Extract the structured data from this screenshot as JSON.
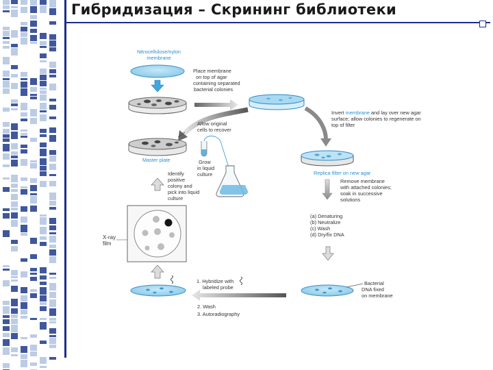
{
  "slide": {
    "title": "Гибридизация – Скрининг библиотеки"
  },
  "colors": {
    "accent": "#1c2a8c",
    "diagram_blue": "#2b8fd0",
    "membrane_fill": "#a9d9f2",
    "stripe_dark": "#1f3a8a",
    "stripe_light": "#9fb6d8"
  },
  "diagram": {
    "nitrocellulose_label_1": "Nitrocellulose/nylon",
    "nitrocellulose_label_2": "membrane",
    "place_membranes": [
      "Place membrane",
      "on top of agar",
      "containing separated",
      "bacterial colonies"
    ],
    "invert_membrane_1a": "Invert",
    "invert_membrane_1b": "membrane",
    "invert_membrane_1c": "and lay over new agar",
    "invert_membrane_rest": [
      "surface; allow colonies to regenerate on",
      "top of filter"
    ],
    "allow_original": [
      "Allow original",
      "cells to recover"
    ],
    "master_plate": "Master plate",
    "grow_liquid": [
      "Grow",
      "in liquid",
      "culture"
    ],
    "replica_filter": "Replica filter on new agar",
    "identify_positive": [
      "Identify",
      "positive",
      "colony and",
      "pick into liquid",
      "culture"
    ],
    "remove_membrane": [
      "Remove membrane",
      "with attached colonies;",
      "soak in successive",
      "solutions"
    ],
    "steps_abcd": [
      "(a) Denaturing",
      "(b) Neutralize",
      "(c) Wash",
      "(d) Dry/fix DNA"
    ],
    "xray_film": [
      "X-ray",
      "film"
    ],
    "hybridize": [
      "1. Hybridize with",
      "labeled probe"
    ],
    "wash": "2. Wash",
    "autoradiography": "3. Autoradiography",
    "bacterial_dna": [
      "Bacterial",
      "DNA fixed",
      "on membrane"
    ]
  }
}
